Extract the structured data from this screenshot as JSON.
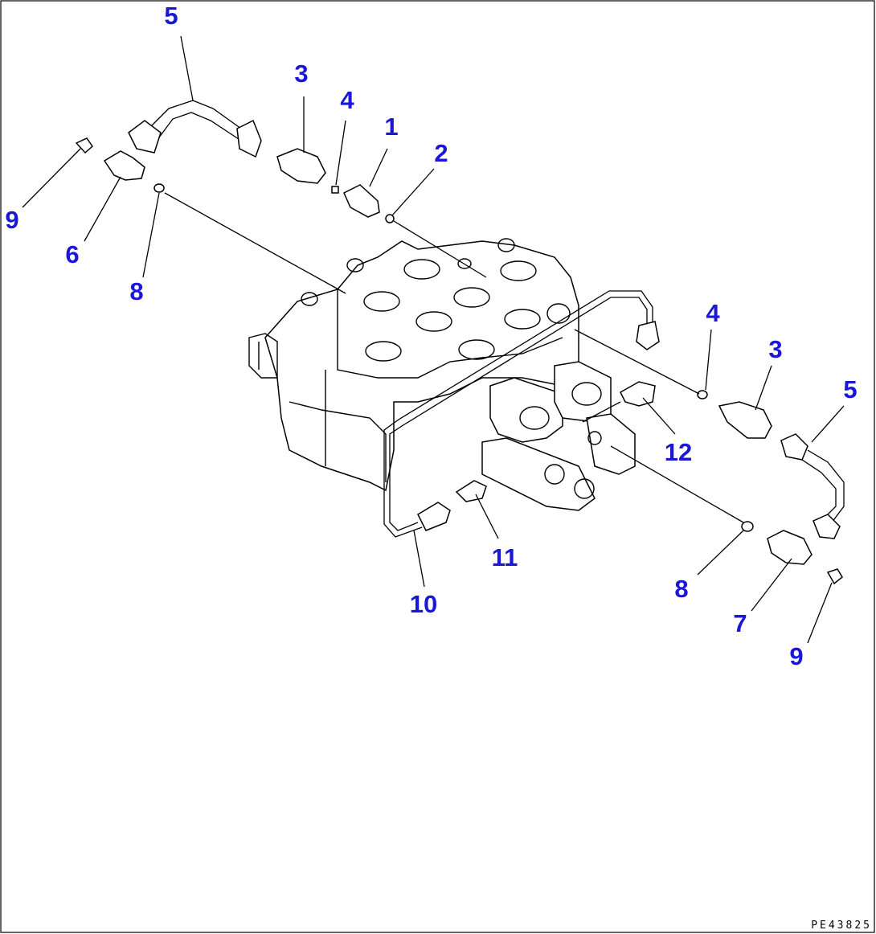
{
  "drawing": {
    "code": "PE43825",
    "callout_color": "#1a18d6"
  },
  "callouts": [
    {
      "id": "c5a",
      "label": "5"
    },
    {
      "id": "c3a",
      "label": "3"
    },
    {
      "id": "c4a",
      "label": "4"
    },
    {
      "id": "c1",
      "label": "1"
    },
    {
      "id": "c2",
      "label": "2"
    },
    {
      "id": "c9a",
      "label": "9"
    },
    {
      "id": "c6",
      "label": "6"
    },
    {
      "id": "c8a",
      "label": "8"
    },
    {
      "id": "c4b",
      "label": "4"
    },
    {
      "id": "c3b",
      "label": "3"
    },
    {
      "id": "c5b",
      "label": "5"
    },
    {
      "id": "c12",
      "label": "12"
    },
    {
      "id": "c11",
      "label": "11"
    },
    {
      "id": "c10",
      "label": "10"
    },
    {
      "id": "c8b",
      "label": "8"
    },
    {
      "id": "c7",
      "label": "7"
    },
    {
      "id": "c9b",
      "label": "9"
    }
  ]
}
